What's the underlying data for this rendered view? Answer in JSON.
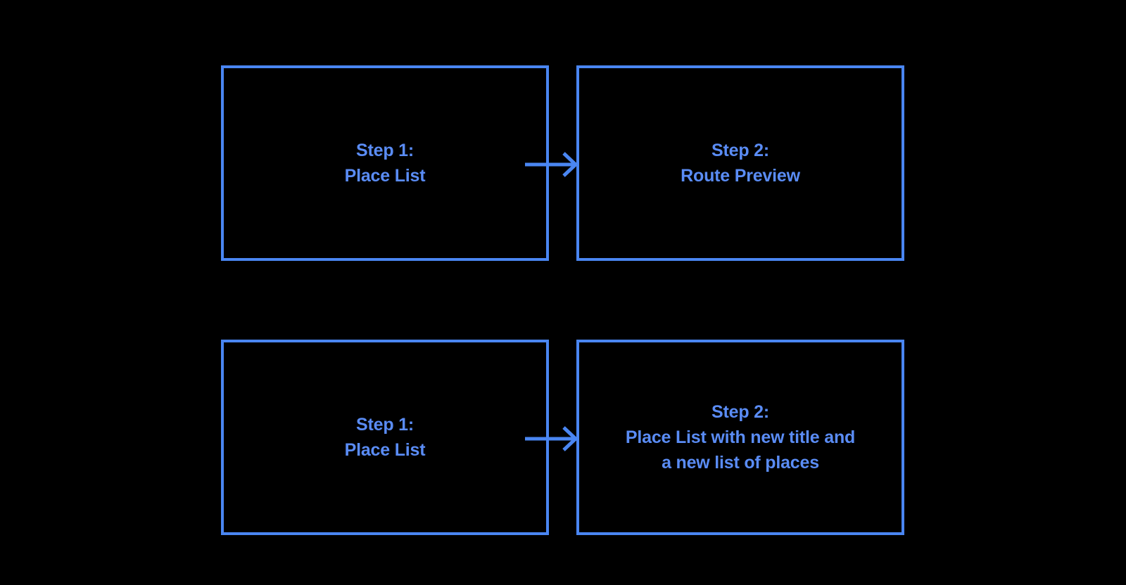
{
  "diagram": {
    "background_color": "#000000",
    "border_color": "#4a86f2",
    "text_color": "#5a8cf5",
    "arrow_color": "#4a86f2",
    "rows": [
      {
        "id": "flow-route-preview",
        "from": {
          "name": "step-1-place-list",
          "label": "Step 1:\nPlace List"
        },
        "connector": {
          "name": "arrow-right",
          "direction": "right"
        },
        "to": {
          "name": "step-2-route-preview",
          "label": "Step 2:\nRoute Preview"
        }
      },
      {
        "id": "flow-new-place-list",
        "from": {
          "name": "step-1-place-list",
          "label": "Step 1:\nPlace List"
        },
        "connector": {
          "name": "arrow-right",
          "direction": "right"
        },
        "to": {
          "name": "step-2-new-place-list",
          "label": "Step 2:\nPlace List with new title and\na new list of places"
        }
      }
    ]
  }
}
